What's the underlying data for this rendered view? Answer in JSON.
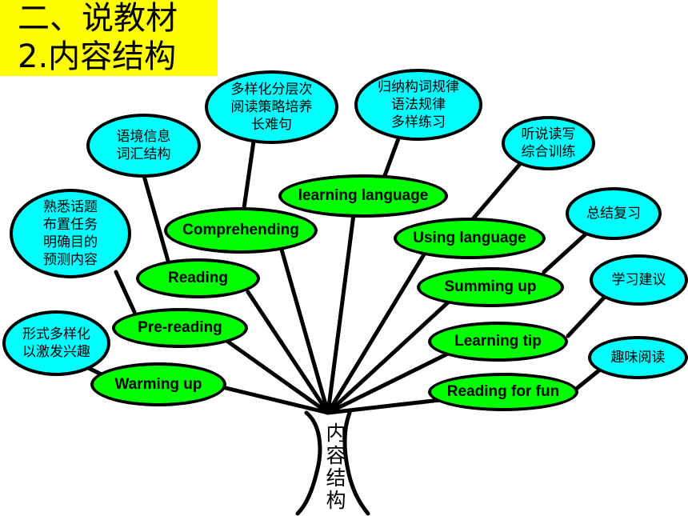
{
  "title": {
    "line1": "二、说教材",
    "line2": "2.内容结构"
  },
  "colors": {
    "title_bg": "#ffff00",
    "stage_fill": "#00ff00",
    "note_fill": "#00ffff",
    "outline": "#000000"
  },
  "trunk_label": "内容结构",
  "stages": {
    "warming_up": "Warming up",
    "pre_reading": "Pre-reading",
    "reading": "Reading",
    "comprehending": "Comprehending",
    "learning_language": "learning language",
    "using_language": "Using language",
    "summing_up": "Summing up",
    "learning_tip": "Learning tip",
    "reading_for_fun": "Reading for fun"
  },
  "notes": {
    "warming_up": "形式多样化\n以激发兴趣",
    "pre_reading": "熟悉话题\n布置任务\n明确目的\n预测内容",
    "reading": "语境信息\n词汇结构",
    "comprehending": "多样化分层次\n阅读策略培养\n长难句",
    "learning_language": "归纳构词规律\n语法规律\n多样练习",
    "using_language": "听说读写\n综合训练",
    "summing_up": "总结复习",
    "learning_tip": "学习建议",
    "reading_for_fun": "趣味阅读"
  }
}
